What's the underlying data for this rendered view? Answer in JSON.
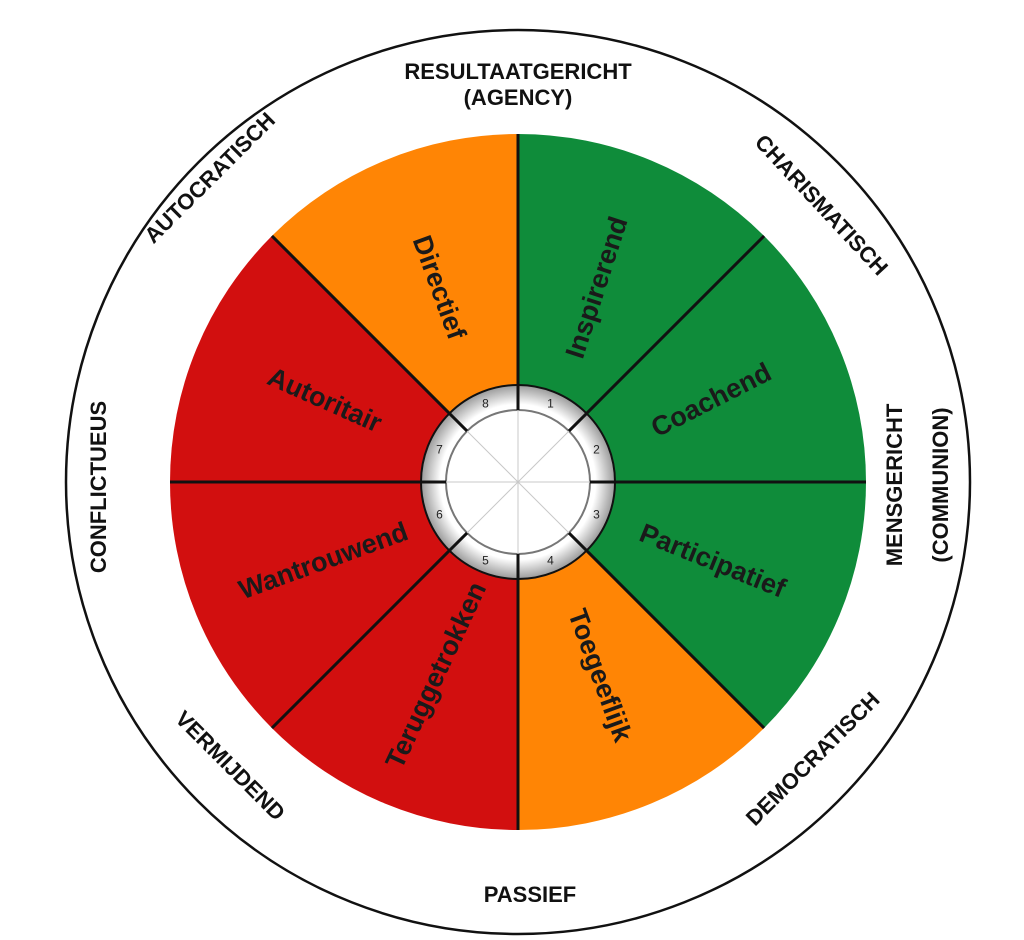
{
  "segments": [
    {
      "number": "1",
      "label": "Inspirerend",
      "color": "#0f8c3a"
    },
    {
      "number": "2",
      "label": "Coachend",
      "color": "#0f8c3a"
    },
    {
      "number": "3",
      "label": "Participatief",
      "color": "#0f8c3a"
    },
    {
      "number": "4",
      "label": "Toegeeflijk",
      "color": "#ff8505"
    },
    {
      "number": "5",
      "label": "Teruggetrokken",
      "color": "#d20f0f"
    },
    {
      "number": "6",
      "label": "Wantrouwend",
      "color": "#d20f0f"
    },
    {
      "number": "7",
      "label": "Autoritair",
      "color": "#d20f0f"
    },
    {
      "number": "8",
      "label": "Directief",
      "color": "#ff8505"
    }
  ],
  "outer_labels": {
    "top_line1": "RESULTAATGERICHT",
    "top_line2": "(AGENCY)",
    "top_right": "CHARISMATISCH",
    "right_line1": "MENSGERICHT",
    "right_line2": "(COMMUNION)",
    "bottom_right": "DEMOCRATISCH",
    "bottom": "PASSIEF",
    "bottom_left": "VERMIJDEND",
    "left": "CONFLICTUEUS",
    "top_left": "AUTOCRATISCH"
  }
}
